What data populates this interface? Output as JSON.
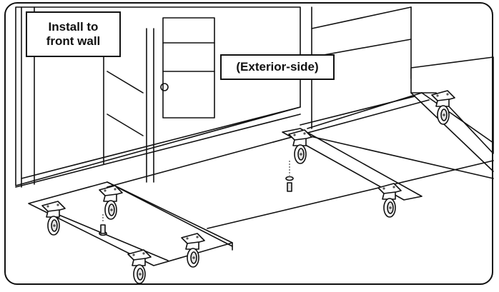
{
  "callouts": {
    "front_wall": [
      "Install to",
      "front wall"
    ],
    "exterior_side": "(Exterior-side)"
  },
  "casters": [
    {
      "id": "front-left-outer"
    },
    {
      "id": "front-left-inner"
    },
    {
      "id": "front-mid-left"
    },
    {
      "id": "front-mid-right"
    },
    {
      "id": "rear-left"
    },
    {
      "id": "rear-mid"
    },
    {
      "id": "rear-right"
    }
  ]
}
